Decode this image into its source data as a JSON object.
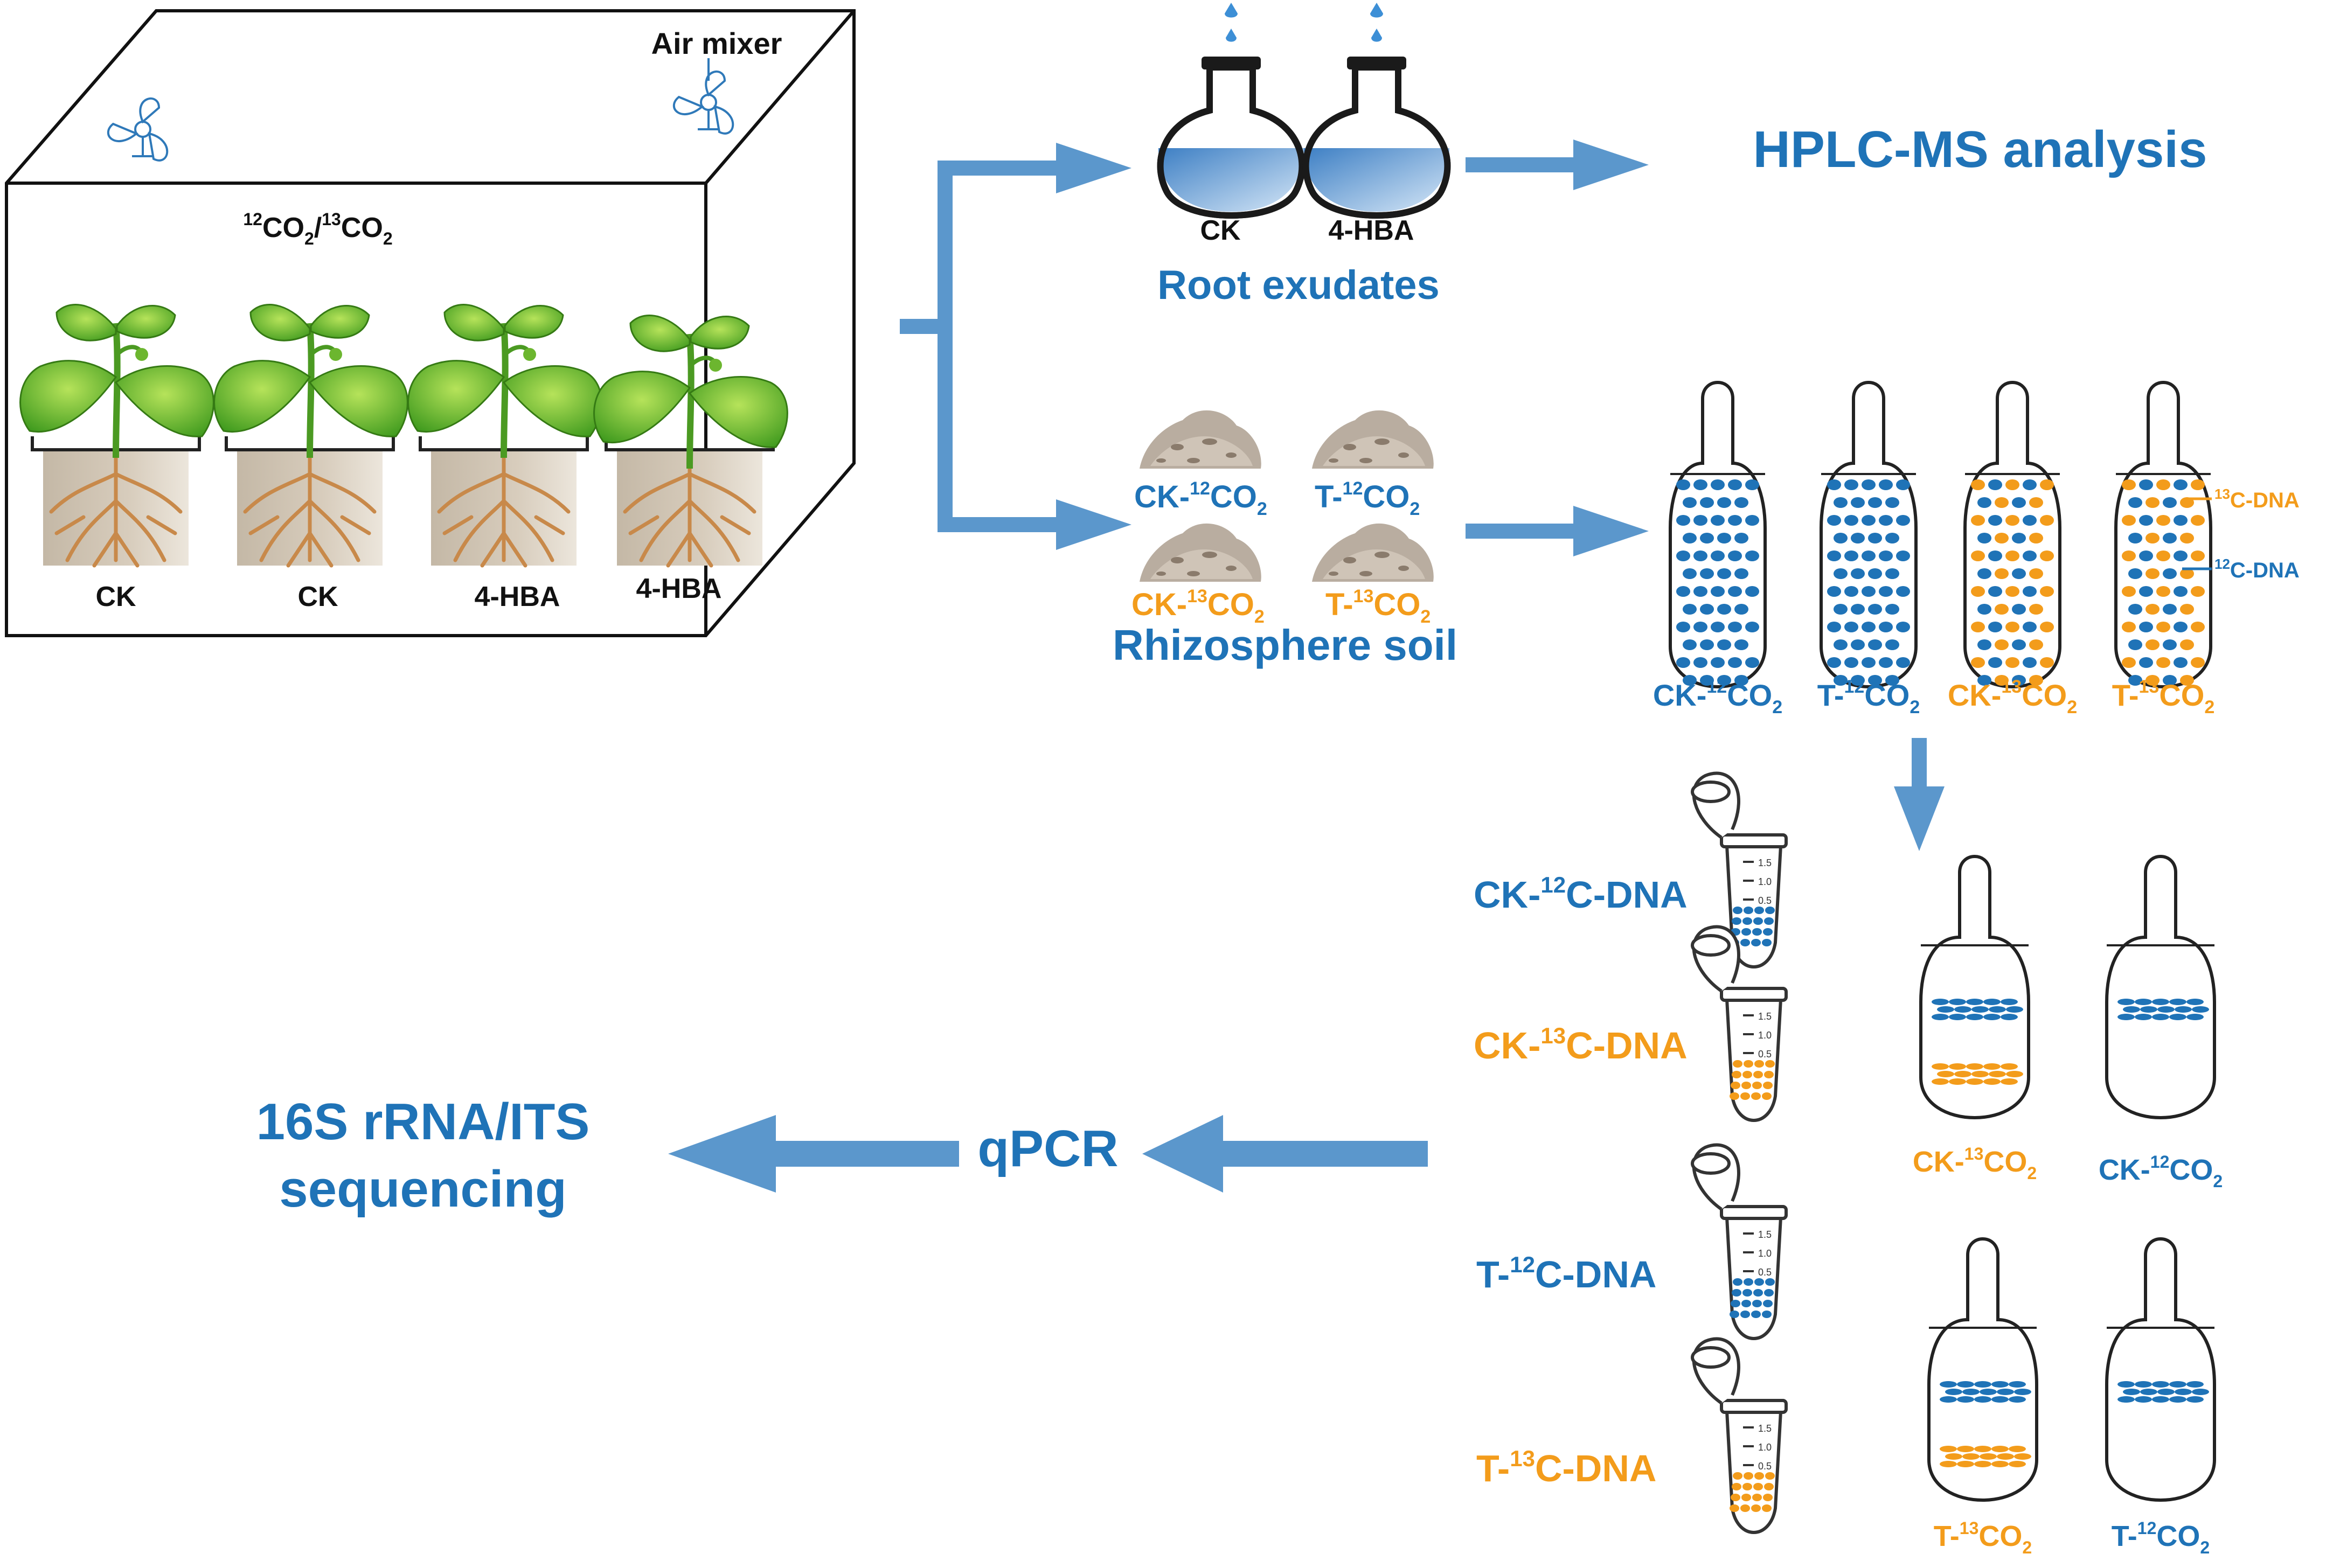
{
  "colors": {
    "blue": "#1f73b7",
    "orange": "#f39c1b",
    "arrow": "#5b97cc",
    "soil": "#b9ada0"
  },
  "chamber": {
    "air_mixer_label": "Air mixer",
    "gas_label": {
      "a": "12",
      "b": "CO",
      "c": "2",
      "d": "/",
      "e": "13",
      "f": "CO",
      "g": "2"
    },
    "pots": [
      "CK",
      "CK",
      "4-HBA",
      "4-HBA"
    ]
  },
  "exudates": {
    "flask_labels": [
      "CK",
      "4-HBA"
    ],
    "title": "Root exudates",
    "analysis": "HPLC-MS analysis"
  },
  "soil": {
    "title": "Rhizosphere soil",
    "samples": [
      {
        "p": "CK-",
        "sup": "12",
        "m": "CO",
        "sub": "2"
      },
      {
        "p": "T-",
        "sup": "12",
        "m": "CO",
        "sub": "2"
      },
      {
        "p": "CK-",
        "sup": "13",
        "m": "CO",
        "sub": "2"
      },
      {
        "p": "T-",
        "sup": "13",
        "m": "CO",
        "sub": "2"
      }
    ]
  },
  "gradient_tubes": {
    "labels": [
      {
        "p": "CK-",
        "sup": "12",
        "m": "CO",
        "sub": "2"
      },
      {
        "p": "T-",
        "sup": "12",
        "m": "CO",
        "sub": "2"
      },
      {
        "p": "CK-",
        "sup": "13",
        "m": "CO",
        "sub": "2"
      },
      {
        "p": "T-",
        "sup": "13",
        "m": "CO",
        "sub": "2"
      }
    ],
    "callout_13": {
      "sup": "13",
      "m": "C-DNA"
    },
    "callout_12": {
      "sup": "12",
      "m": "C-DNA"
    }
  },
  "fraction_tubes": {
    "labels": [
      {
        "p": "CK-",
        "sup": "13",
        "m": "CO",
        "sub": "2"
      },
      {
        "p": "CK-",
        "sup": "12",
        "m": "CO",
        "sub": "2"
      },
      {
        "p": "T-",
        "sup": "13",
        "m": "CO",
        "sub": "2"
      },
      {
        "p": "T-",
        "sup": "12",
        "m": "CO",
        "sub": "2"
      }
    ]
  },
  "dna": [
    {
      "p": "CK-",
      "sup": "12",
      "m": "C-DNA"
    },
    {
      "p": "CK-",
      "sup": "13",
      "m": "C-DNA"
    },
    {
      "p": "T-",
      "sup": "12",
      "m": "C-DNA"
    },
    {
      "p": "T-",
      "sup": "13",
      "m": "C-DNA"
    }
  ],
  "tube_marks": [
    "1.5",
    "1.0",
    "0.5"
  ],
  "qpcr": "qPCR",
  "sequencing": {
    "line1": "16S rRNA/ITS",
    "line2": "sequencing"
  }
}
